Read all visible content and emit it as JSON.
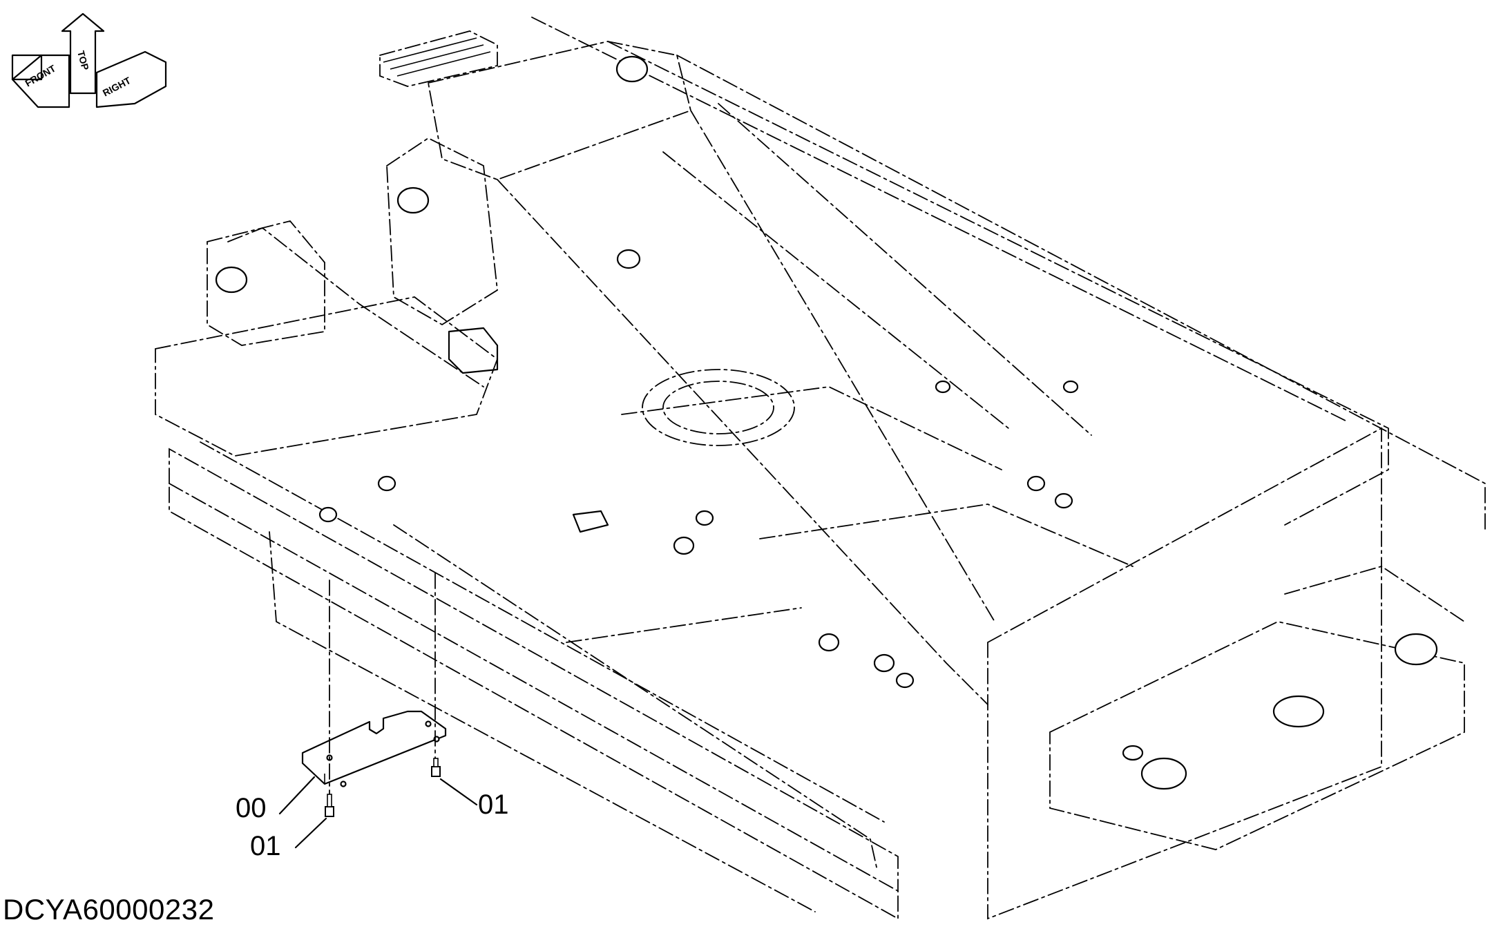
{
  "orientation_indicator": {
    "front_label": "FRONT",
    "top_label": "TOP",
    "right_label": "RIGHT"
  },
  "callouts": {
    "plate_part": "00",
    "bolt_part_left": "01",
    "bolt_part_right": "01"
  },
  "drawing_id": "DCYA60000232"
}
